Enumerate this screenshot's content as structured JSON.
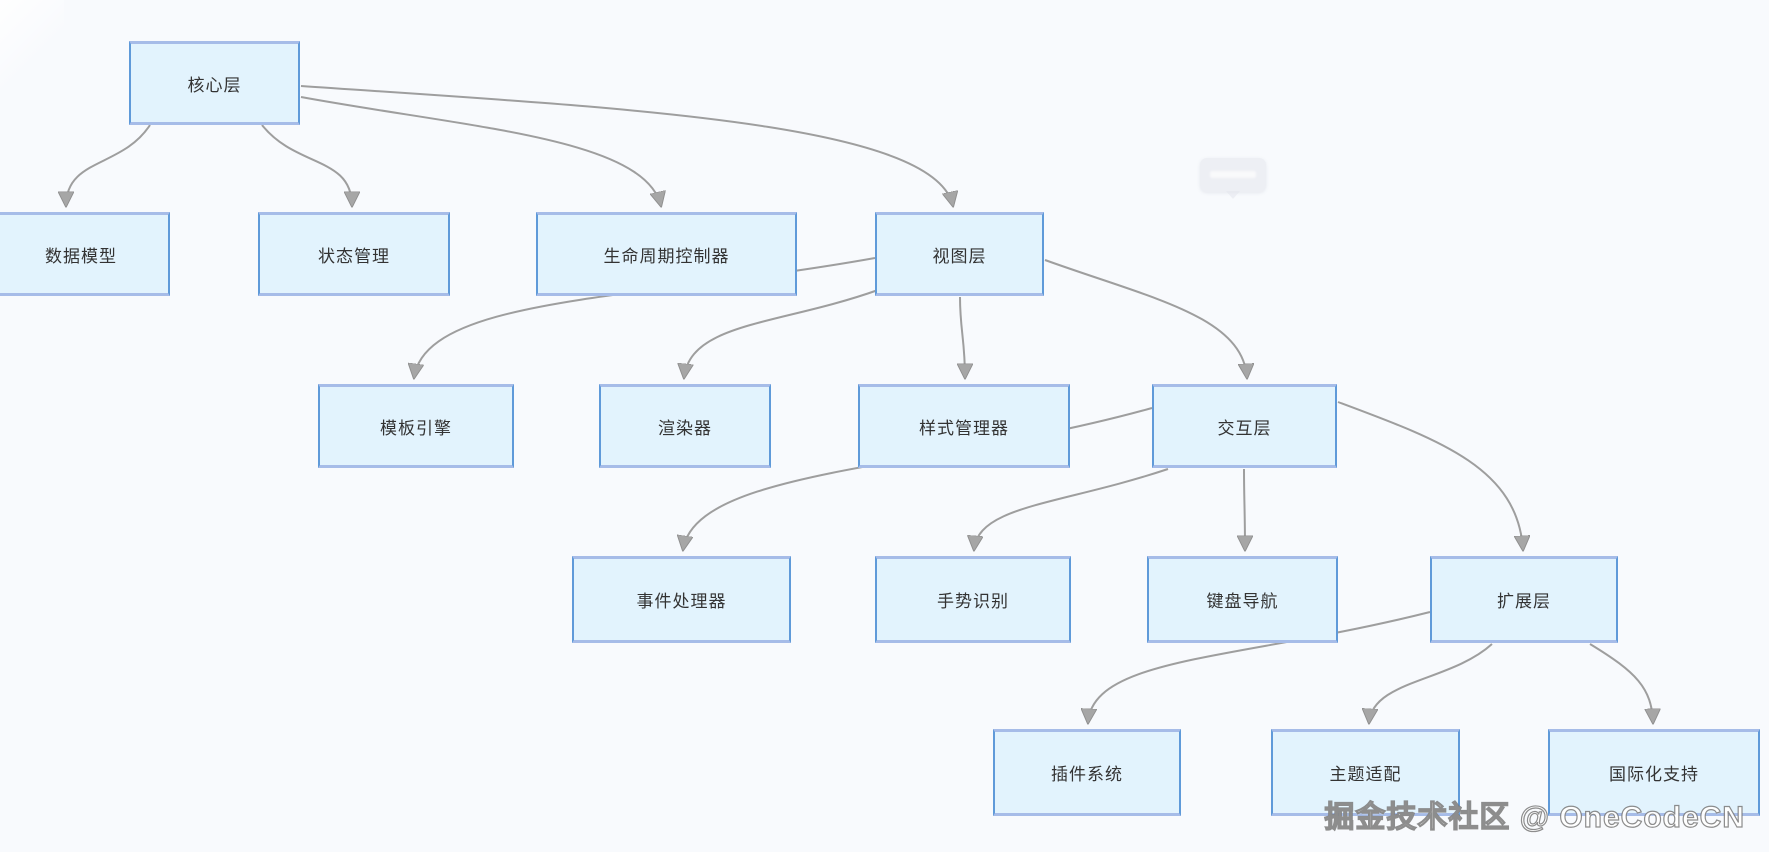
{
  "colors": {
    "background": "#f8fafd",
    "node_fill": "#e2f3fd",
    "node_border_side": "#5f9ad9",
    "node_border_topbottom": "#a6bce8",
    "edge": "#9e9e9e",
    "arrowhead": "#a6a6a6",
    "node_text": "#333333"
  },
  "nodes": {
    "core": {
      "label": "核心层"
    },
    "data_model": {
      "label": "数据模型"
    },
    "state": {
      "label": "状态管理"
    },
    "lifecycle": {
      "label": "生命周期控制器"
    },
    "view": {
      "label": "视图层"
    },
    "template": {
      "label": "模板引擎"
    },
    "renderer": {
      "label": "渲染器"
    },
    "style_mgr": {
      "label": "样式管理器"
    },
    "interaction": {
      "label": "交互层"
    },
    "event": {
      "label": "事件处理器"
    },
    "gesture": {
      "label": "手势识别"
    },
    "keyboard": {
      "label": "键盘导航"
    },
    "extension": {
      "label": "扩展层"
    },
    "plugin": {
      "label": "插件系统"
    },
    "theme": {
      "label": "主题适配"
    },
    "i18n": {
      "label": "国际化支持"
    }
  },
  "edges": [
    {
      "from": "core",
      "to": "data_model"
    },
    {
      "from": "core",
      "to": "state"
    },
    {
      "from": "core",
      "to": "lifecycle"
    },
    {
      "from": "core",
      "to": "view"
    },
    {
      "from": "view",
      "to": "template"
    },
    {
      "from": "view",
      "to": "renderer"
    },
    {
      "from": "view",
      "to": "style_mgr"
    },
    {
      "from": "view",
      "to": "interaction"
    },
    {
      "from": "interaction",
      "to": "event"
    },
    {
      "from": "interaction",
      "to": "gesture"
    },
    {
      "from": "interaction",
      "to": "keyboard"
    },
    {
      "from": "interaction",
      "to": "extension"
    },
    {
      "from": "extension",
      "to": "plugin"
    },
    {
      "from": "extension",
      "to": "theme"
    },
    {
      "from": "extension",
      "to": "i18n"
    }
  ],
  "tooltip": {
    "text": ""
  },
  "watermark": {
    "text": "掘金技术社区 @ OneCodeCN"
  }
}
